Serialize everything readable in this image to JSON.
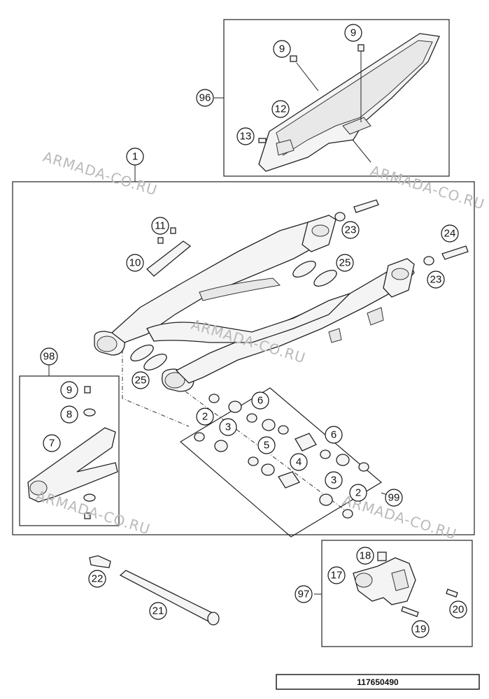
{
  "document_number": "117650490",
  "watermark": "ARMADA-CO.RU",
  "callouts": {
    "c96": "96",
    "c9a": "9",
    "c9b": "9",
    "c12": "12",
    "c13": "13",
    "c1": "1",
    "c11": "11",
    "c10": "10",
    "c23a": "23",
    "c24": "24",
    "c23b": "23",
    "c25a": "25",
    "c25b": "25",
    "c98": "98",
    "c9c": "9",
    "c8": "8",
    "c7": "7",
    "c6a": "6",
    "c2a": "2",
    "c3a": "3",
    "c5": "5",
    "c4": "4",
    "c6b": "6",
    "c3b": "3",
    "c2b": "2",
    "c99": "99",
    "c18": "18",
    "c17": "17",
    "c97": "97",
    "c22": "22",
    "c21": "21",
    "c19": "19",
    "c20": "20"
  }
}
